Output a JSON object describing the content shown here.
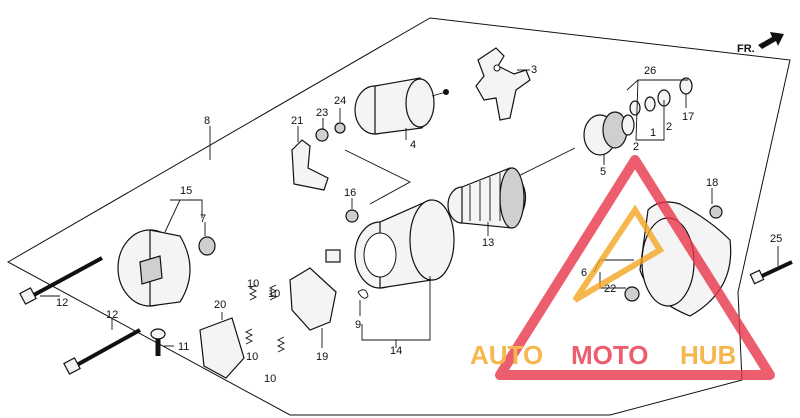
{
  "direction_label": "FR.",
  "callouts": {
    "c1": "1",
    "c2a": "2",
    "c2b": "2",
    "c3": "3",
    "c4": "4",
    "c5": "5",
    "c6": "6",
    "c7": "7",
    "c8": "8",
    "c9": "9",
    "c10a": "10",
    "c10b": "10",
    "c10c": "10",
    "c10d": "10",
    "c11": "11",
    "c12a": "12",
    "c12b": "12",
    "c13": "13",
    "c14": "14",
    "c15": "15",
    "c16": "16",
    "c17": "17",
    "c18": "18",
    "c19": "19",
    "c20": "20",
    "c21": "21",
    "c22": "22",
    "c23": "23",
    "c24": "24",
    "c25": "25",
    "c26": "26"
  },
  "watermark": {
    "part1": "AUTO",
    "part2": "MOTO",
    "part3": "HUB",
    "color_primary": "#f5a623",
    "color_secondary": "#e8364a"
  }
}
